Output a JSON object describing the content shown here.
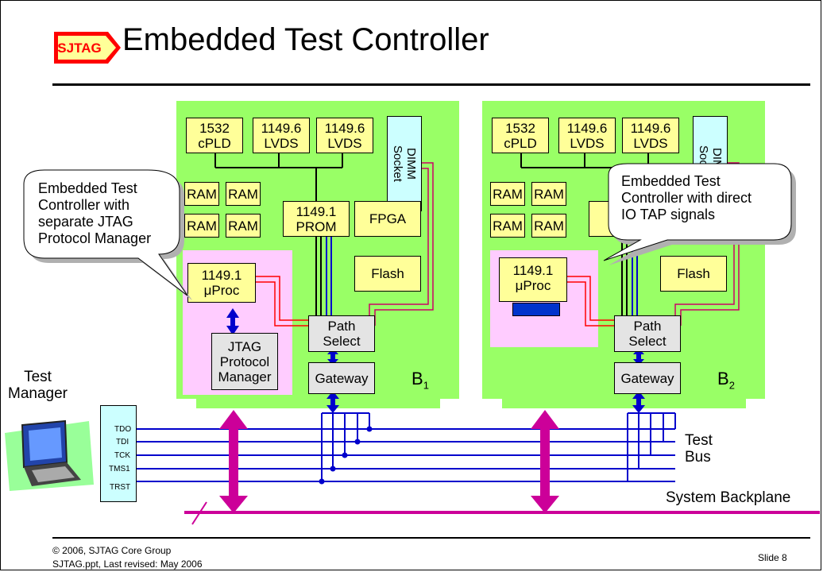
{
  "logo": {
    "text": "SJTAG",
    "color": "#ff0000"
  },
  "title": "Embedded Test Controller",
  "boards": [
    {
      "chip1": "1532\ncPLD",
      "chip2": "1149.6\nLVDS",
      "chip3": "1149.6\nLVDS",
      "dimm": "DIMM\nSocket",
      "ram": [
        "RAM",
        "RAM",
        "RAM",
        "RAM"
      ],
      "prom": "1149.1\nPROM",
      "fpga": "FPGA",
      "flash": "Flash",
      "uproc": "1149.1\nμProc",
      "jtag_manager": "JTAG\nProtocol\nManager",
      "path_select": "Path\nSelect",
      "gateway": "Gateway",
      "label": "B",
      "label_sub": "1"
    },
    {
      "chip1": "1532\ncPLD",
      "chip2": "1149.6\nLVDS",
      "chip3": "1149.6\nLVDS",
      "dimm": "DIMM\nSocket",
      "ram": [
        "RAM",
        "RAM",
        "RAM",
        "RAM"
      ],
      "flash": "Flash",
      "uproc": "1149.1\nμProc",
      "path_select": "Path\nSelect",
      "gateway": "Gateway",
      "label": "B",
      "label_sub": "2"
    }
  ],
  "callouts": [
    "Embedded Test\nController with\nseparate JTAG\nProtocol Manager",
    "Embedded Test\nController with direct\nIO TAP signals"
  ],
  "test_manager": "Test\nManager",
  "signals": [
    "TDO",
    "TDI",
    "TCK",
    "TMS1",
    "TRST"
  ],
  "test_bus_label": "Test\nBus",
  "backplane_label": "System Backplane",
  "colors": {
    "board": "#99ff66",
    "chip": "#ffff99",
    "bus": "#0000cc",
    "backplane": "#cc0099",
    "pink_region": "#ffccff",
    "red_wire": "#ff0000"
  },
  "footer": {
    "left": "© 2006, SJTAG Core Group\nSJTAG.ppt, Last revised: May 2006",
    "right": "Slide 8"
  }
}
